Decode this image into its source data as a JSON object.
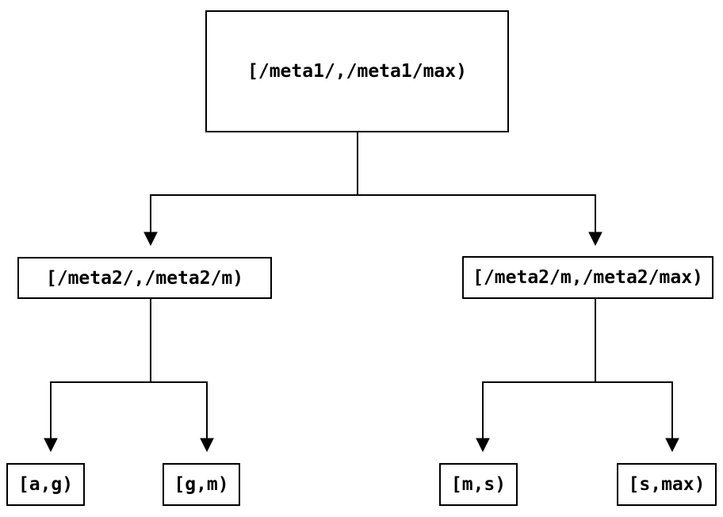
{
  "diagram": {
    "type": "tree",
    "colors": {
      "background": "#ffffff",
      "line": "#000000",
      "node_border": "#000000",
      "text": "#000000"
    },
    "nodes": {
      "root": {
        "label": "[/meta1/,/meta1/max)"
      },
      "meta2_left": {
        "label": "[/meta2/,/meta2/m)"
      },
      "meta2_right": {
        "label": "[/meta2/m,/meta2/max)"
      },
      "leaf_ag": {
        "label": "[a,g)"
      },
      "leaf_gm": {
        "label": "[g,m)"
      },
      "leaf_ms": {
        "label": "[m,s)"
      },
      "leaf_smax": {
        "label": "[s,max)"
      }
    },
    "edges": [
      {
        "from": "root",
        "to": "meta2_left"
      },
      {
        "from": "root",
        "to": "meta2_right"
      },
      {
        "from": "meta2_left",
        "to": "leaf_ag"
      },
      {
        "from": "meta2_left",
        "to": "leaf_gm"
      },
      {
        "from": "meta2_right",
        "to": "leaf_ms"
      },
      {
        "from": "meta2_right",
        "to": "leaf_smax"
      }
    ]
  }
}
